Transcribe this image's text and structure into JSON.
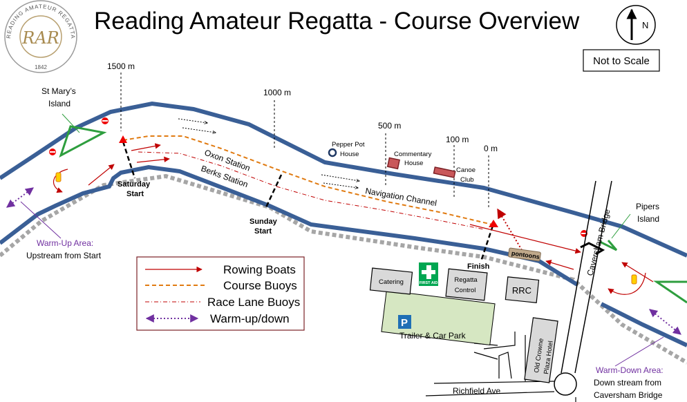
{
  "title": "Reading Amateur Regatta - Course Overview",
  "logo": {
    "ring_text_top": "READING AMATEUR REGATTA",
    "year": "1842",
    "monogram": "RAR",
    "icon": "regatta-crest"
  },
  "north_arrow": {
    "label": "N",
    "icon": "north-arrow-icon"
  },
  "scale_note": "Not to Scale",
  "distance_markers": [
    "1500 m",
    "1000 m",
    "500 m",
    "100 m",
    "0 m"
  ],
  "places": {
    "st_marys_1": "St Mary’s",
    "st_marys_2": "Island",
    "pepper_pot_1": "Pepper Pot",
    "pepper_pot_2": "House",
    "commentary_1": "Commentary",
    "commentary_2": "House",
    "canoe_1": "Canoe",
    "canoe_2": "Club",
    "pipers_1": "Pipers",
    "pipers_2": "Island",
    "caversham_bridge": "Caversham Bridge",
    "richfield_ave": "Richfield Ave",
    "old_crowne_1": "Old Crowne",
    "old_crowne_2": "Plaza Hotel"
  },
  "course": {
    "oxon_station": "Oxon Station",
    "berks_station": "Berks Station",
    "navigation_channel": "Navigation Channel",
    "saturday_start_1": "Saturday",
    "saturday_start_2": "Start",
    "sunday_start_1": "Sunday",
    "sunday_start_2": "Start",
    "finish": "Finish",
    "pontoons": "pontoons"
  },
  "areas": {
    "warm_up_title": "Warm-Up Area:",
    "warm_up_desc": "Upstream from Start",
    "warm_down_title": "Warm-Down Area:",
    "warm_down_desc_1": "Down stream from",
    "warm_down_desc_2": "Caversham Bridge"
  },
  "buildings": {
    "catering": "Catering",
    "regatta_control_1": "Regatta",
    "regatta_control_2": "Control",
    "rrc": "RRC",
    "first_aid": "FIRST AID",
    "car_park": "Trailer & Car Park",
    "parking_symbol": "P"
  },
  "legend": [
    {
      "label": "Rowing Boats",
      "style": "solid-arrow",
      "color": "#c00000"
    },
    {
      "label": "Course Buoys",
      "style": "dashed",
      "color": "#e07a10"
    },
    {
      "label": "Race Lane Buoys",
      "style": "dash-dot",
      "color": "#c00000"
    },
    {
      "label": "Warm-up/down",
      "style": "dotted-double-arrow",
      "color": "#7030a0"
    }
  ],
  "colors": {
    "river_bank": "#3a5f96",
    "towpath": "#a6a6a6",
    "rowing_boats": "#c00000",
    "course_buoys": "#e07a10",
    "warm_up": "#7030a0",
    "island": "#2e9e3e",
    "first_aid": "#00a651",
    "car_park": "#d6e7c2",
    "parking": "#1f6fb5"
  }
}
